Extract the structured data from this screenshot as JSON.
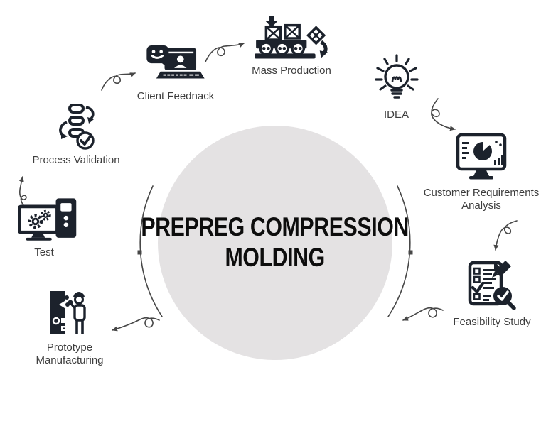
{
  "title": {
    "line1": "PREPREG COMPRESSION",
    "line2": "MOLDING"
  },
  "stages": [
    {
      "id": "idea",
      "label": "IDEA",
      "icon": "lightbulb-icon"
    },
    {
      "id": "customer-requirements",
      "label": "Customer Requirements Analysis",
      "icon": "monitor-analytics-icon"
    },
    {
      "id": "feasibility-study",
      "label": "Feasibility Study",
      "icon": "checklist-magnifier-icon"
    },
    {
      "id": "prototype-manufacturing",
      "label": "Prototype Manufacturing",
      "icon": "machine-worker-icon"
    },
    {
      "id": "test",
      "label": "Test",
      "icon": "computer-gears-icon"
    },
    {
      "id": "process-validation",
      "label": "Process Validation",
      "icon": "process-flow-check-icon"
    },
    {
      "id": "client-feedback",
      "label": "Client Feednack",
      "icon": "laptop-chat-icon"
    },
    {
      "id": "mass-production",
      "label": "Mass Production",
      "icon": "conveyor-machine-icon"
    }
  ],
  "colors": {
    "circle": "#e4e2e3",
    "title": "#0d0d0d",
    "icon": "#1c222c",
    "label": "#3d3d3d",
    "arrow": "#474747"
  }
}
